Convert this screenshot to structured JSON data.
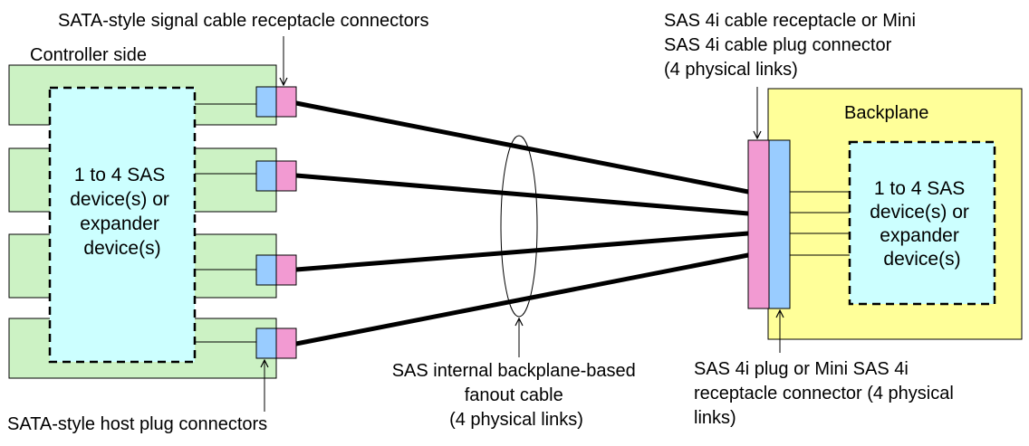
{
  "labels": {
    "sata_receptacle": "SATA-style signal cable receptacle connectors",
    "controller_side": "Controller side",
    "sas4i_top": [
      "SAS 4i cable receptacle or Mini",
      "SAS 4i cable plug connector",
      "(4 physical links)"
    ],
    "backplane": "Backplane",
    "fanout_cable": [
      "SAS internal backplane-based",
      "fanout cable",
      "(4 physical links)"
    ],
    "sata_host_plug": "SATA-style host plug connectors",
    "sas4i_bottom": [
      "SAS 4i plug or Mini SAS 4i",
      "receptacle connector (4 physical",
      "links)"
    ]
  },
  "left_device": [
    "1 to 4 SAS",
    "device(s) or",
    "expander",
    "device(s)"
  ],
  "right_device": [
    "1 to 4 SAS",
    "device(s) or",
    "expander",
    "device(s)"
  ],
  "colors": {
    "controller_fill": "#ccf2c4",
    "device_fill": "#ccffff",
    "backplane_fill": "#ffff99",
    "pink": "#f29ad2",
    "blue": "#99ccff"
  }
}
